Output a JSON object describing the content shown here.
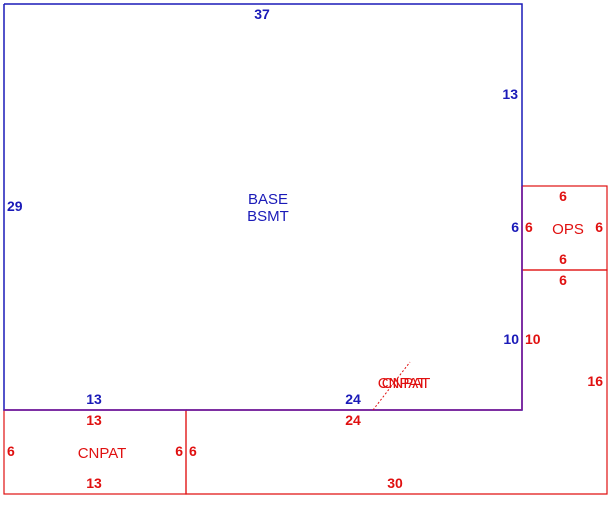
{
  "colors": {
    "base_outline": "#1a1ab8",
    "addition_outline": "#e01010",
    "shared_edge": "#7a1a9a"
  },
  "areas": {
    "base": {
      "label_line1": "BASE",
      "label_line2": "BSMT",
      "top": "37",
      "right_upper": "13",
      "left": "29",
      "right_notch": "6",
      "right_lower": "10",
      "bottom_left": "13",
      "bottom_right": "24"
    },
    "ops": {
      "label": "OPS",
      "top": "6",
      "left": "6",
      "right": "6",
      "bottom": "6"
    },
    "cnpat_left": {
      "label": "CNPAT",
      "top": "13",
      "left": "6",
      "right": "6",
      "bottom": "13"
    },
    "cnpat_right": {
      "label_overlap_1": "CNPAT",
      "label_overlap_2": "CNPAT",
      "top": "24",
      "left": "6",
      "right_inner": "10",
      "right_outer": "16",
      "top_right": "6",
      "bottom": "30"
    }
  }
}
